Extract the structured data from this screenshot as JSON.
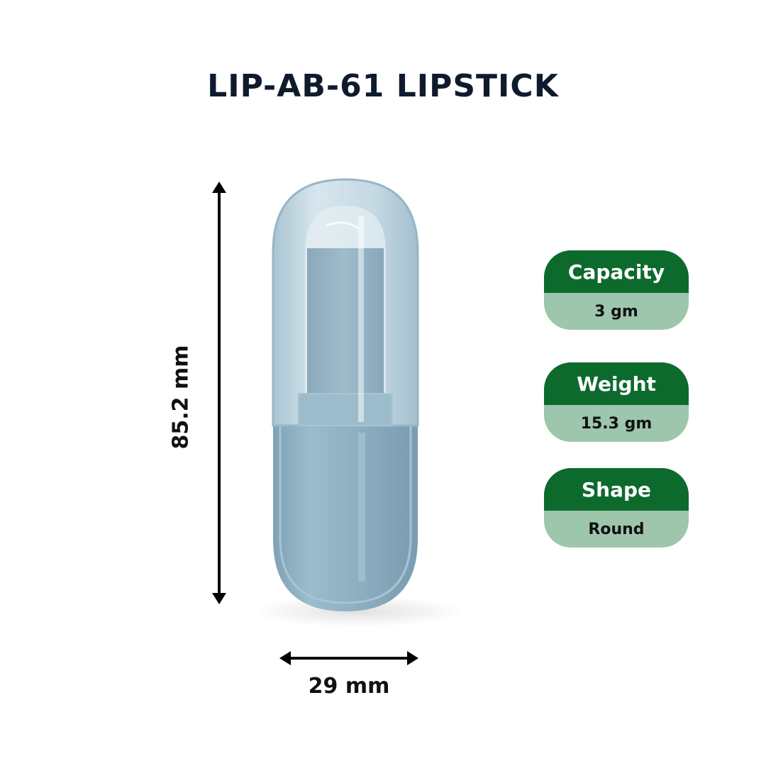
{
  "product": {
    "title": "LIP-AB-61 LIPSTICK"
  },
  "dimensions": {
    "height_label": "85.2 mm",
    "width_label": "29 mm"
  },
  "specs": [
    {
      "label": "Capacity",
      "value": "3 gm"
    },
    {
      "label": "Weight",
      "value": "15.3 gm"
    },
    {
      "label": "Shape",
      "value": "Round"
    }
  ],
  "colors": {
    "title": "#0f1b2d",
    "spec_header": "#0d6a2d",
    "spec_value_bg": "#9dc6ad",
    "lipstick_body": "#8fb0c2"
  },
  "icons": {
    "height_arrow": "double-arrow-vertical",
    "width_arrow": "double-arrow-horizontal"
  }
}
